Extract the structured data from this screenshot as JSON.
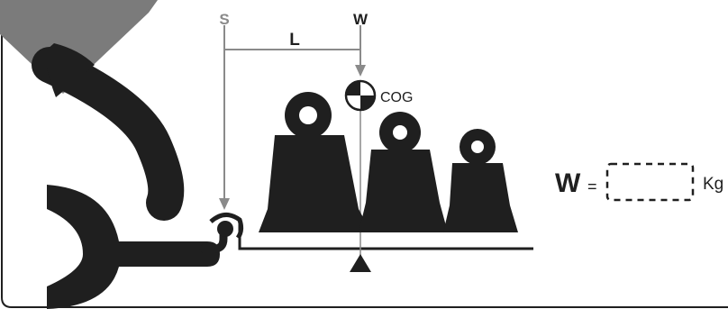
{
  "diagram": {
    "labels": {
      "support": "S",
      "weight_top": "W",
      "distance": "L",
      "center_of_gravity": "COG"
    },
    "equation": {
      "variable": "W",
      "equals": "=",
      "input_value": "",
      "unit": "Kg"
    },
    "colors": {
      "ink": "#1f1f1f",
      "support_line": "#8a8a8a",
      "background": "#ffffff"
    },
    "icons": [
      "forklift-fork-icon",
      "hook-icon",
      "kettlebell-weight-icon",
      "center-of-gravity-icon",
      "fulcrum-triangle-icon"
    ]
  }
}
